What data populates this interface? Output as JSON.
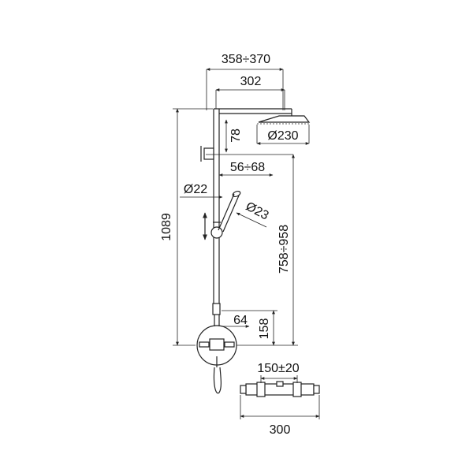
{
  "dimensions": {
    "width_range": "358÷370",
    "arm_length": "302",
    "head_height": "78",
    "head_diameter": "Ø230",
    "valve_offset": "56÷68",
    "bar_diameter": "Ø22",
    "handset_diameter": "Ø23",
    "total_height": "1089",
    "adjustable_height": "758÷958",
    "outlet_depth": "64",
    "outlet_height": "158",
    "centre_distance": "150±20",
    "mixer_width": "300"
  },
  "colors": {
    "line": "#222222",
    "background": "#ffffff"
  }
}
